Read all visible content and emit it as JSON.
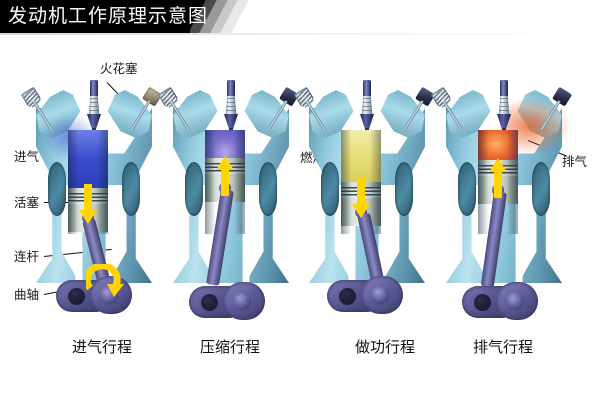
{
  "page": {
    "title": "发动机工作原理示意图",
    "background": "#ffffff",
    "banner_bg": "#000000",
    "banner_text_color": "#ffffff"
  },
  "colors": {
    "cylinder_blue": "#8fc8dc",
    "cylinder_blue_dark": "#3f7287",
    "piston_gray": "#cfd8cf",
    "rod_purple": "#5b5995",
    "arrow_yellow": "#ffd400",
    "combustion_yellow": "#e8e17a",
    "exhaust_orange": "#e8632a",
    "intake_blue": "#3a4fd0",
    "label_text": "#1a1a1a"
  },
  "callouts": [
    {
      "id": "spark-plug",
      "label": "火花塞"
    },
    {
      "id": "intake",
      "label": "进气"
    },
    {
      "id": "piston",
      "label": "活塞"
    },
    {
      "id": "connecting-rod",
      "label": "连杆"
    },
    {
      "id": "crankshaft",
      "label": "曲轴"
    },
    {
      "id": "combustion-chamber",
      "label": "燃烧室"
    },
    {
      "id": "exhaust",
      "label": "排气"
    }
  ],
  "strokes": [
    {
      "id": "intake-stroke",
      "label": "进气行程",
      "piston_direction": "down",
      "charge": "fuel-air mixture",
      "charge_color": "#4a56d6",
      "crank_rotation": "clockwise"
    },
    {
      "id": "compression-stroke",
      "label": "压缩行程",
      "piston_direction": "up",
      "charge": "compressed mixture",
      "charge_color": "#7b6fc9",
      "crank_rotation": "clockwise"
    },
    {
      "id": "power-stroke",
      "label": "做功行程",
      "piston_direction": "down",
      "charge": "burning gas",
      "charge_color": "#e8e17a",
      "crank_rotation": "clockwise"
    },
    {
      "id": "exhaust-stroke",
      "label": "排气行程",
      "piston_direction": "up",
      "charge": "exhaust gas",
      "charge_color": "#e8632a",
      "crank_rotation": "clockwise"
    }
  ]
}
